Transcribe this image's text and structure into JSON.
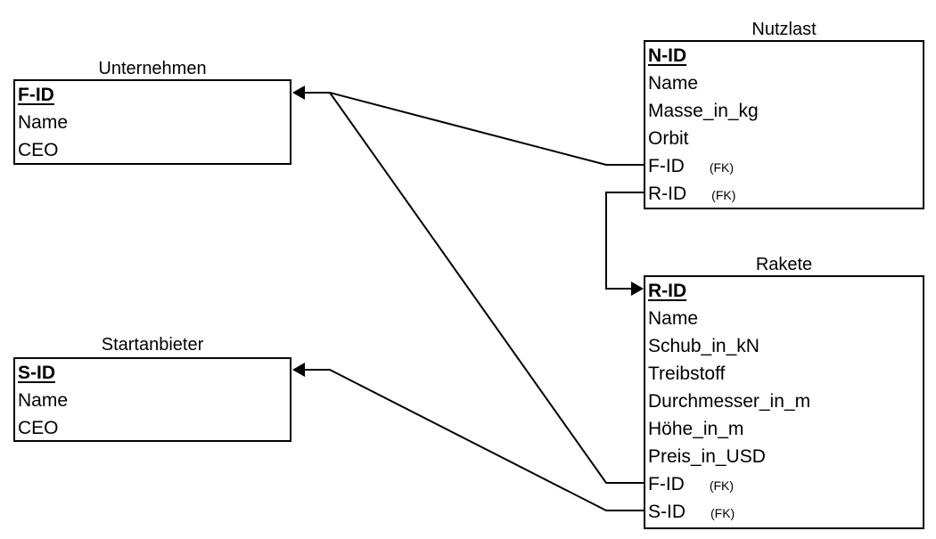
{
  "entities": {
    "unternehmen": {
      "title": "Unternehmen",
      "attributes": [
        {
          "label": "F-ID",
          "key": "PK",
          "fk": ""
        },
        {
          "label": "Name",
          "key": "",
          "fk": ""
        },
        {
          "label": "CEO",
          "key": "",
          "fk": ""
        }
      ]
    },
    "startanbieter": {
      "title": "Startanbieter",
      "attributes": [
        {
          "label": "S-ID",
          "key": "PK",
          "fk": ""
        },
        {
          "label": "Name",
          "key": "",
          "fk": ""
        },
        {
          "label": "CEO",
          "key": "",
          "fk": ""
        }
      ]
    },
    "nutzlast": {
      "title": "Nutzlast",
      "attributes": [
        {
          "label": "N-ID",
          "key": "PK",
          "fk": ""
        },
        {
          "label": "Name",
          "key": "",
          "fk": ""
        },
        {
          "label": "Masse_in_kg",
          "key": "",
          "fk": ""
        },
        {
          "label": "Orbit",
          "key": "",
          "fk": ""
        },
        {
          "label": "F-ID",
          "key": "FK",
          "fk": "(FK)"
        },
        {
          "label": "R-ID",
          "key": "FK",
          "fk": "(FK)"
        }
      ]
    },
    "rakete": {
      "title": "Rakete",
      "attributes": [
        {
          "label": "R-ID",
          "key": "PK",
          "fk": ""
        },
        {
          "label": "Name",
          "key": "",
          "fk": ""
        },
        {
          "label": "Schub_in_kN",
          "key": "",
          "fk": ""
        },
        {
          "label": "Treibstoff",
          "key": "",
          "fk": ""
        },
        {
          "label": "Durchmesser_in_m",
          "key": "",
          "fk": ""
        },
        {
          "label": "Höhe_in_m",
          "key": "",
          "fk": ""
        },
        {
          "label": "Preis_in_USD",
          "key": "",
          "fk": ""
        },
        {
          "label": "F-ID",
          "key": "FK",
          "fk": "(FK)"
        },
        {
          "label": "S-ID",
          "key": "FK",
          "fk": "(FK)"
        }
      ]
    }
  },
  "relationships": [
    {
      "from": "nutzlast.F-ID",
      "to": "unternehmen.F-ID"
    },
    {
      "from": "rakete.F-ID",
      "to": "unternehmen.F-ID"
    },
    {
      "from": "nutzlast.R-ID",
      "to": "rakete.R-ID"
    },
    {
      "from": "rakete.S-ID",
      "to": "startanbieter.S-ID"
    }
  ]
}
